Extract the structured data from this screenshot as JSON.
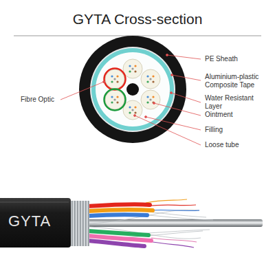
{
  "diagram": {
    "title": "GYTA Cross-section",
    "labels": [
      "PE Sheath",
      "Aluminium-plastic Composite Tape",
      "Water Resistant Layer",
      "Ointment",
      "Filling",
      "Loose tube",
      "Fibre Optic",
      "GYTA"
    ]
  }
}
